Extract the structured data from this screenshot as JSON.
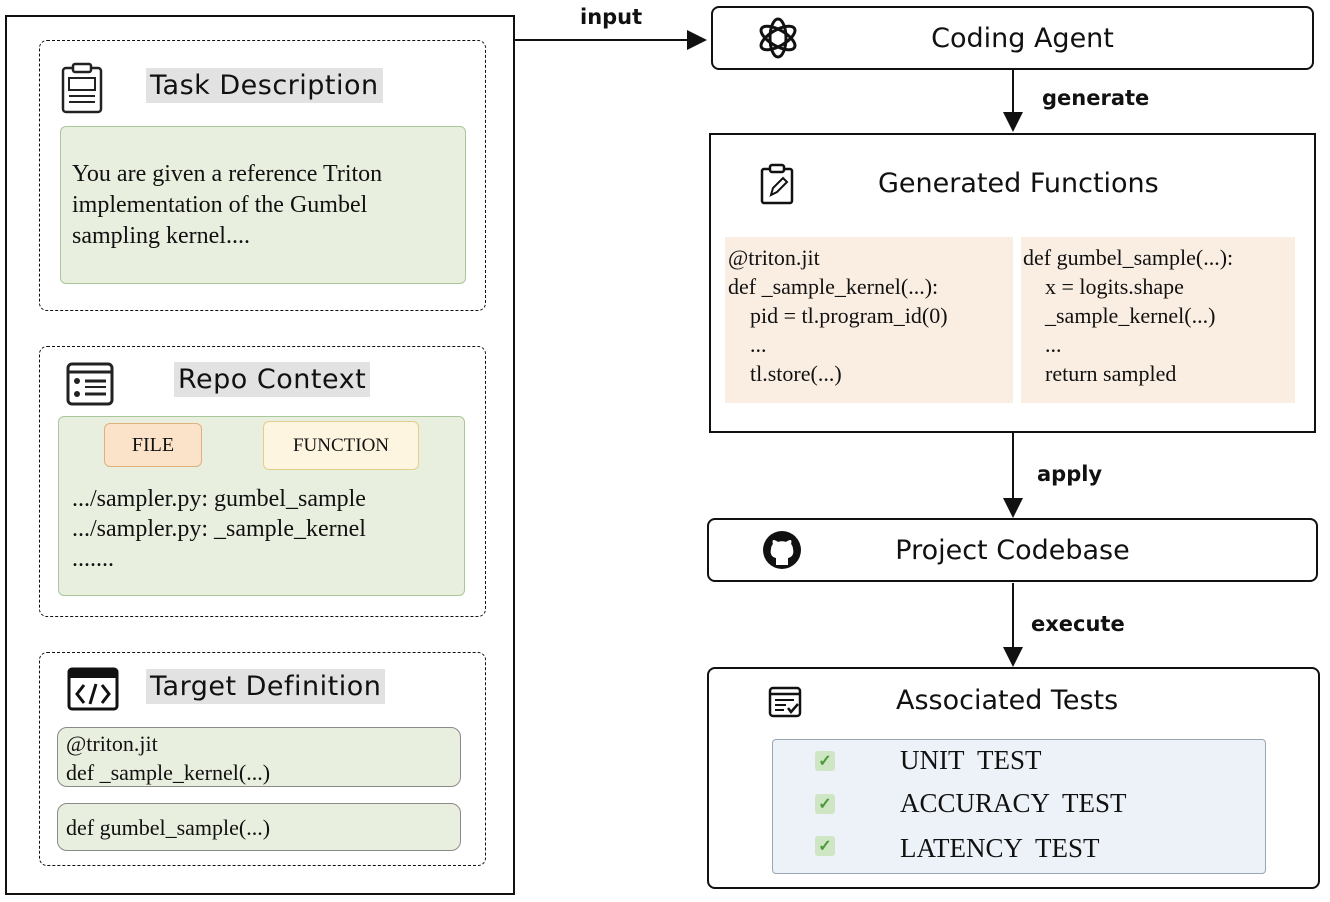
{
  "left": {
    "task": {
      "title": "Task Description",
      "text": "You are given a reference Triton\nimplementation of the Gumbel\nsampling kernel...."
    },
    "repo": {
      "title": "Repo Context",
      "file_tag": "FILE",
      "function_tag": "FUNCTION",
      "lines": [
        ".../sampler.py: gumbel_sample",
        ".../sampler.py: _sample_kernel",
        "......."
      ]
    },
    "target": {
      "title": "Target Definition",
      "box1": "@triton.jit\ndef _sample_kernel(...)",
      "box2": "def gumbel_sample(...)"
    }
  },
  "arrows": {
    "input": "input",
    "generate": "generate",
    "apply": "apply",
    "execute": "execute"
  },
  "right": {
    "agent": {
      "title": "Coding Agent"
    },
    "generated": {
      "title": "Generated Functions",
      "code_left": "@triton.jit\ndef _sample_kernel(...):\n    pid = tl.program_id(0)\n    ...\n    tl.store(...)",
      "code_right": "def gumbel_sample(...):\n    x = logits.shape\n    _sample_kernel(...)\n    ...\n    return sampled"
    },
    "codebase": {
      "title": "Project Codebase"
    },
    "tests": {
      "title": "Associated Tests",
      "items": [
        "UNIT  TEST",
        "ACCURACY  TEST",
        "LATENCY  TEST"
      ]
    }
  },
  "colors": {
    "green_fill": "#e9efdf",
    "code_fill": "#faeee3",
    "tests_fill": "#edf2f8",
    "file_tag": "#fbe3c9",
    "function_tag": "#fdf5df"
  }
}
